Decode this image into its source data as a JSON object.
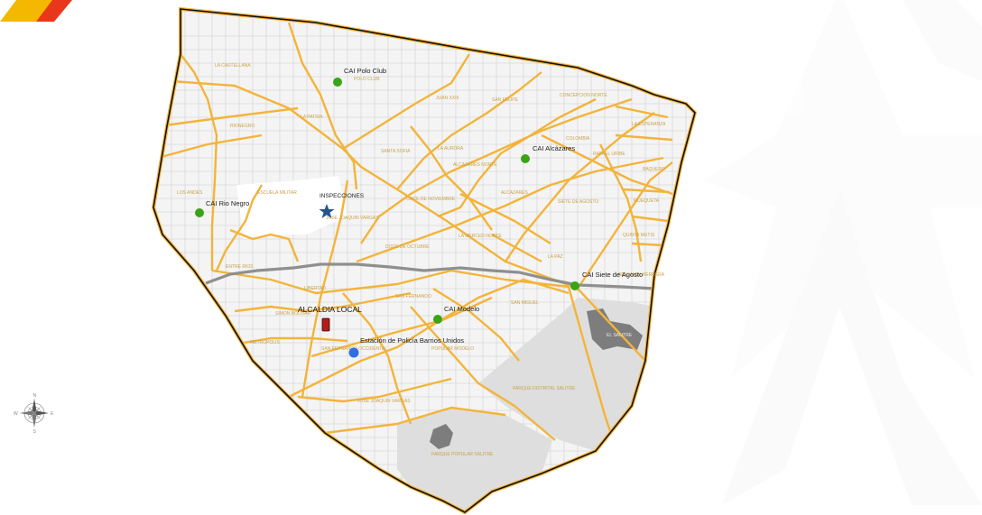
{
  "colors": {
    "road": "#f3b43a",
    "district_fill": "#f4f4f4",
    "outline": "#111111",
    "cai_marker": "#3aa417",
    "station_marker": "#2f6fe0",
    "alcaldia_marker": "#b01c1c",
    "star_marker": "#24558f",
    "river": "#8f8f8f",
    "park": "#dedede",
    "lake": "#7d7d7d",
    "brand_yellow": "#f5b800",
    "brand_red": "#e8371b"
  },
  "points_of_interest": {
    "cai_polo_club": "CAI Polo Club",
    "cai_alcazares": "CAI Alcázares",
    "cai_rio_negro": "CAI Rio Negro",
    "cai_siete_de_agosto": "CAI Siete de Agosto",
    "cai_modelo": "CAI Modelo",
    "inspecciones": "INSPECCIONES",
    "alcaldia_local": "ALCALDIA LOCAL",
    "estacion_policia": "Estación de Policía Barrios Unidos"
  },
  "barrios": {
    "la_castellana": "LA CASTELLANA",
    "polo_club": "POLO CLUB",
    "juan_xxiii": "JUAN XXIII",
    "san_felipe": "SAN FELIPE",
    "concepcion_norte": "CONCEPCION NORTE",
    "la_esperanza": "LA ESPERANZA",
    "rionegro": "RIONEGRO",
    "la_patria": "LA PATRIA",
    "santa_sofia": "SANTA SOFIA",
    "la_aurora": "LA AURORA",
    "colombia": "COLOMBIA",
    "rafael_uribe": "RAFAEL URIBE",
    "alcazares_norte": "ALCAZARES NORTE",
    "baquero": "BAQUERO",
    "los_andes": "LOS ANDES",
    "escuela_militar": "ESCUELA MILITAR",
    "once_de_noviembre": "ONCE DE NOVIEMBRE",
    "alcazares": "ALCAZARES",
    "siete_de_agosto": "SIETE DE AGOSTO",
    "muequeta": "MUEQUETA",
    "jose_joaquin_vargas_top": "JOSE JOAQUIN VARGAS",
    "doce_de_octubre": "DOCE DE OCTUBRE",
    "la_merced_norte": "LA MERCED NORTE",
    "quinta_mutis": "QUINTA MUTIS",
    "la_paz": "LA PAZ",
    "benjamin_herrera": "BENJAMIN HERRERA",
    "entre_rios": "ENTRE RIOS",
    "libertad": "LIBERTAD",
    "san_fernando": "SAN FERNANDO",
    "san_miguel": "SAN MIGUEL",
    "simon_bolivar": "SIMON BOLIVAR",
    "metropolis": "METROPOLIS",
    "san_fernando_occidental": "SAN FERNANDO OCCIDENTAL",
    "popular_modelo": "POPULAR MODELO",
    "parque_distrital": "PARQUE DISTRITAL SALITRE",
    "jose_joaquin_vargas": "JOSE JOAQUIN VARGAS",
    "parque_popular": "PARQUE POPULAR SALITRE",
    "el_salitre_lake": "EL SALITRE"
  },
  "compass": {
    "n": "N",
    "s": "S",
    "e": "E",
    "w": "W"
  }
}
